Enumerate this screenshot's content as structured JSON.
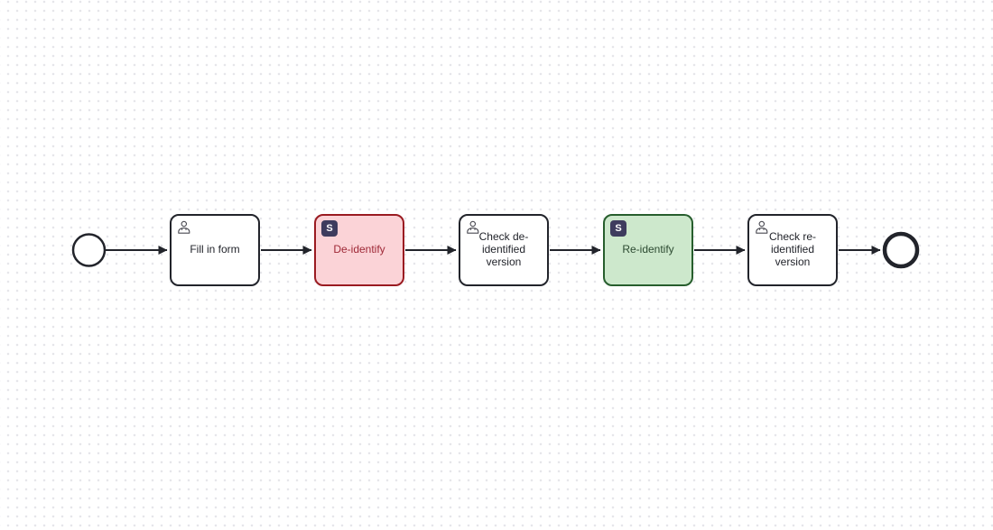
{
  "diagram": {
    "type": "bpmn-process-flow",
    "badge_letter": "S",
    "start_event": {
      "id": "start-event",
      "shape": "thin-circle"
    },
    "end_event": {
      "id": "end-event",
      "shape": "thick-circle"
    },
    "tasks": [
      {
        "id": "fill-in-form",
        "label": "Fill in form",
        "icon": "user-icon",
        "variant": "default"
      },
      {
        "id": "de-identify",
        "label": "De-identify",
        "icon": "s-badge-icon",
        "variant": "red"
      },
      {
        "id": "check-de-identified",
        "label": "Check de-\nidentified\nversion",
        "icon": "user-icon",
        "variant": "default"
      },
      {
        "id": "re-identify",
        "label": "Re-identify",
        "icon": "s-badge-icon",
        "variant": "green"
      },
      {
        "id": "check-re-identified",
        "label": "Check re-\nidentified\nversion",
        "icon": "user-icon",
        "variant": "default"
      }
    ],
    "connections": [
      {
        "from": "start-event",
        "to": "fill-in-form"
      },
      {
        "from": "fill-in-form",
        "to": "de-identify"
      },
      {
        "from": "de-identify",
        "to": "check-de-identified"
      },
      {
        "from": "check-de-identified",
        "to": "re-identify"
      },
      {
        "from": "re-identify",
        "to": "check-re-identified"
      },
      {
        "from": "check-re-identified",
        "to": "end-event"
      }
    ]
  },
  "colors": {
    "canvas_background": "#ffffff",
    "grid_dot": "#e6e6ea",
    "shape_stroke": "#22242b",
    "label_text": "#22242b",
    "red_task_fill": "#fbd3d7",
    "red_task_stroke": "#9a1b21",
    "red_task_label": "#9e2836",
    "green_task_fill": "#cde8cc",
    "green_task_stroke": "#275e2d",
    "green_task_label": "#2c4a31",
    "badge_background": "#3e3c5e",
    "badge_letter_color": "#ffffff"
  }
}
